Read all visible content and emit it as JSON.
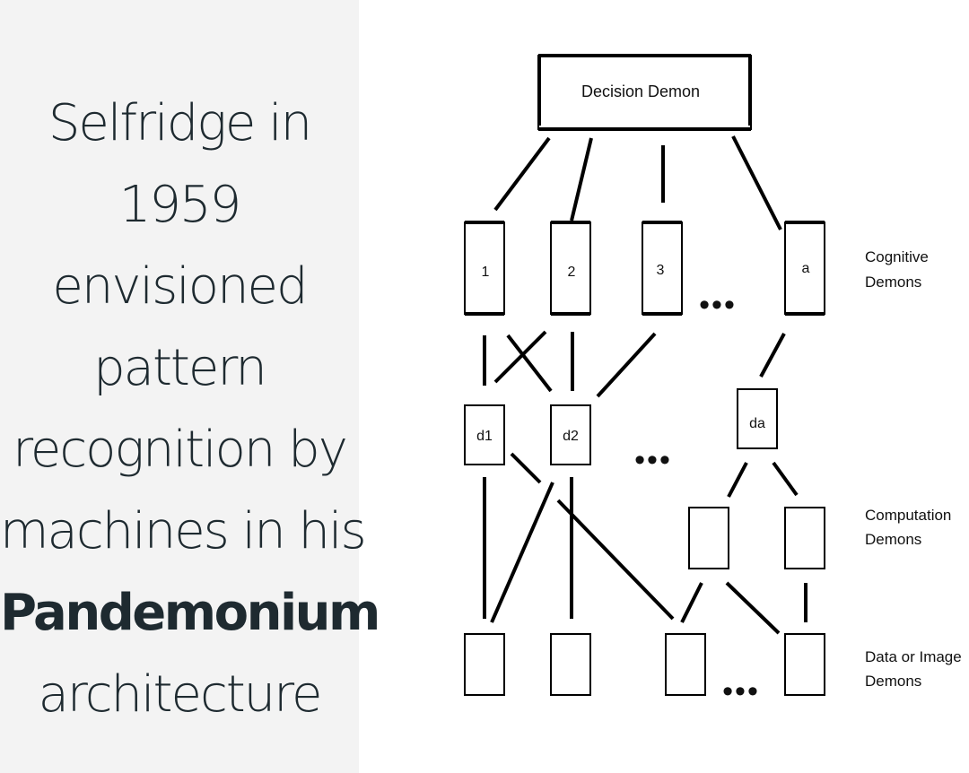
{
  "caption": {
    "lines": [
      "Selfridge in",
      "1959",
      "envisioned",
      "pattern",
      "recognition by",
      "machines in his"
    ],
    "bold_term": "Pandemonium",
    "last_line": "architecture"
  },
  "diagram": {
    "decision_label": "Decision Demon",
    "cognitive_boxes": [
      "1",
      "2",
      "3",
      "a"
    ],
    "feature_boxes": [
      "d1",
      "d2",
      "da"
    ],
    "level_labels": {
      "cognitive": [
        "Cognitive",
        "Demons"
      ],
      "computation": [
        "Computation",
        "Demons"
      ],
      "data": [
        "Data or Image",
        "Demons"
      ]
    },
    "ellipsis": "•••"
  },
  "colors": {
    "left_panel_bg": "#f3f3f3",
    "caption_text": "#1e2a30",
    "diagram_ink": "#000000"
  }
}
